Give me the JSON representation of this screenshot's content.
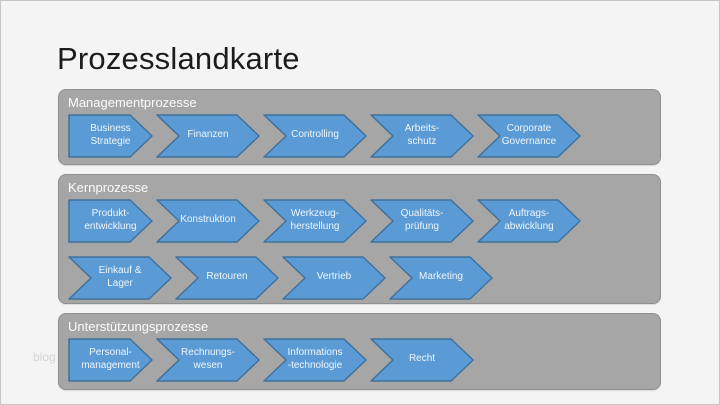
{
  "slide": {
    "title": "Prozesslandkarte",
    "watermark": "blog"
  },
  "colors": {
    "background": "#f4f4f4",
    "box_fill": "#a6a6a6",
    "box_border": "#8f8f8f",
    "arrow_fill": "#5b9bd5",
    "arrow_border": "#41719c",
    "arrow_text": "#eef5fc"
  },
  "sections": [
    {
      "label": "Managementprozesse",
      "rows": [
        [
          {
            "label": "Business\nStrategie",
            "shape": "pentagon"
          },
          {
            "label": "Finanzen",
            "shape": "chevron"
          },
          {
            "label": "Controlling",
            "shape": "chevron"
          },
          {
            "label": "Arbeits-\nschutz",
            "shape": "chevron"
          },
          {
            "label": "Corporate\nGovernance",
            "shape": "chevron"
          }
        ]
      ]
    },
    {
      "label": "Kernprozesse",
      "rows": [
        [
          {
            "label": "Produkt-\nentwicklung",
            "shape": "pentagon"
          },
          {
            "label": "Konstruktion",
            "shape": "chevron"
          },
          {
            "label": "Werkzeug-\nherstellung",
            "shape": "chevron"
          },
          {
            "label": "Qualitäts-\nprüfung",
            "shape": "chevron"
          },
          {
            "label": "Auftrags-\nabwicklung",
            "shape": "chevron"
          }
        ],
        [
          {
            "label": "Einkauf &\nLager",
            "shape": "chevron"
          },
          {
            "label": "Retouren",
            "shape": "chevron"
          },
          {
            "label": "Vertrieb",
            "shape": "chevron"
          },
          {
            "label": "Marketing",
            "shape": "chevron"
          }
        ]
      ]
    },
    {
      "label": "Unterstützungsprozesse",
      "rows": [
        [
          {
            "label": "Personal-\nmanagement",
            "shape": "pentagon"
          },
          {
            "label": "Rechnungs-\nwesen",
            "shape": "chevron"
          },
          {
            "label": "Informations\n-technologie",
            "shape": "chevron"
          },
          {
            "label": "Recht",
            "shape": "chevron"
          }
        ]
      ]
    }
  ]
}
